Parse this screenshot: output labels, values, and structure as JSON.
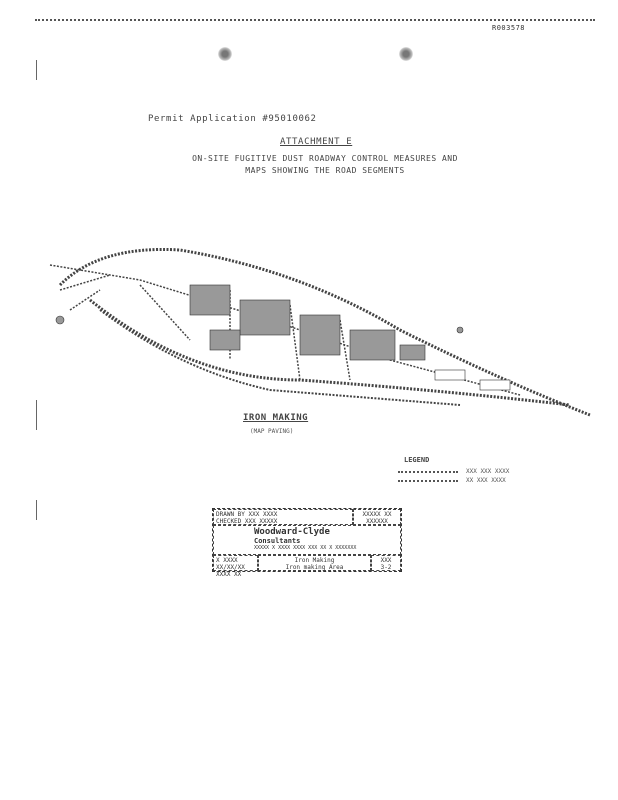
{
  "header": {
    "doc_number": "R003578"
  },
  "permit_line": "Permit Application #95010062",
  "attachment_title": "ATTACHMENT E",
  "subtitle_lines": [
    "ON-SITE FUGITIVE DUST ROADWAY CONTROL MEASURES AND",
    "MAPS SHOWING THE ROAD SEGMENTS"
  ],
  "map": {
    "area_label": "IRON MAKING",
    "area_sublabel": "(MAP PAVING)",
    "legend": {
      "title": "LEGEND",
      "rows": [
        {
          "label": "XXX XXX XXXX"
        },
        {
          "label": "XX XXX XXXX"
        }
      ]
    }
  },
  "title_block": {
    "drawn_line1": "DRAWN BY XXX XXXX",
    "drawn_line2": "CHECKED XXX XXXXX",
    "number_label": "XXXXX XX",
    "number": "XXXXXX",
    "firm_name": "Woodward-Clyde",
    "firm_sub": "Consultants",
    "firm_address": "XXXXX X XXXX XXXX XXX XX X XXXXXXX",
    "date": "X XXXX XX/XX/XX",
    "scale": "XXXX XX",
    "sheet_title1": "Iron Making",
    "sheet_title2": "Iron making Area",
    "fig_label": "XXX",
    "fig": "3-2"
  },
  "colors": {
    "ink": "#333333",
    "paper": "#ffffff"
  }
}
